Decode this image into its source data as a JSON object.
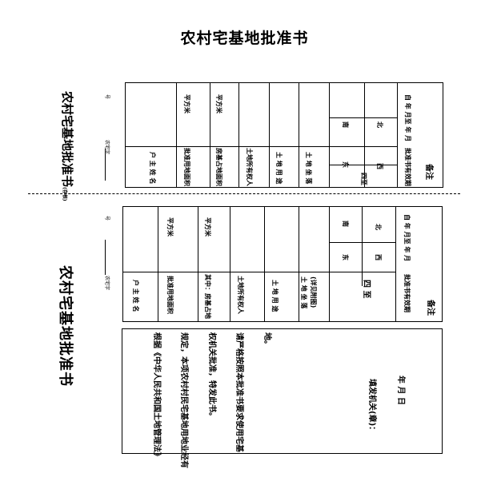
{
  "doc_title": "农村宅基地批准书",
  "stub": {
    "title": "农村宅基地批准书",
    "title_note": "(存根)",
    "number_prefix": "农宅字",
    "number_suffix": "号",
    "labels": {
      "owner": "户 主 姓 名",
      "approved_area": "批准用地面积",
      "house_area": "房基占地面积",
      "ownership": "土地所有权人",
      "use": "土 地 用 途",
      "location": "土 地 坐 落",
      "four_bound": "四至",
      "east": "东",
      "south": "南",
      "west": "西",
      "north": "北",
      "valid_term": "批准书有效期",
      "remarks": "备注"
    },
    "unit": "平方米",
    "term_text": "自 年 月至 年 月"
  },
  "main": {
    "title": "农村宅基地批准书",
    "number_prefix": "农宅字",
    "number_suffix": "号",
    "labels": {
      "owner": "户 主 姓 名",
      "approved_area": "批准用地面积",
      "house_area": "其中：房基占地",
      "ownership": "土地所有权人",
      "use": "土 地 用 途",
      "location": "土 地 坐 落",
      "location_note": "(详见附图)",
      "four_bound": "四 至",
      "east": "东",
      "south": "南",
      "west": "西",
      "north": "北",
      "valid_term": "批准书有效期",
      "remarks": "备注"
    },
    "unit": "平方米",
    "term_text": "自 年 月至 年 月"
  },
  "notice": {
    "line1": "根据《中华人民共和国土地管理法》",
    "line2": "规定，本项农村村民宅基地用地业经有",
    "line3": "权机关批准，特发此书。",
    "line4": "请严格按照本批准书要求使用宅基",
    "line5": "地。",
    "issuer": "填发机关(章)：",
    "date": "年   月   日"
  }
}
